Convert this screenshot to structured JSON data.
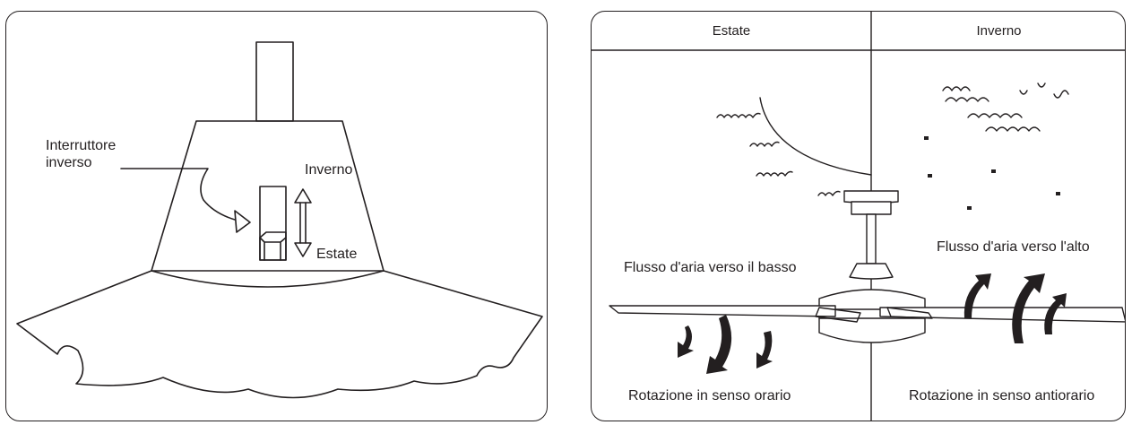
{
  "left": {
    "switch_label": "Interruttore\ninverso",
    "winter_label": "Inverno",
    "summer_label": "Estate"
  },
  "right": {
    "col_summer": "Estate",
    "col_winter": "Inverno",
    "downflow": "Flusso d'aria verso il basso",
    "upflow": "Flusso d'aria verso l'alto",
    "clockwise": "Rotazione in senso orario",
    "counterclockwise": "Rotazione in senso antiorario"
  },
  "colors": {
    "ink": "#231f20",
    "background": "#ffffff"
  }
}
